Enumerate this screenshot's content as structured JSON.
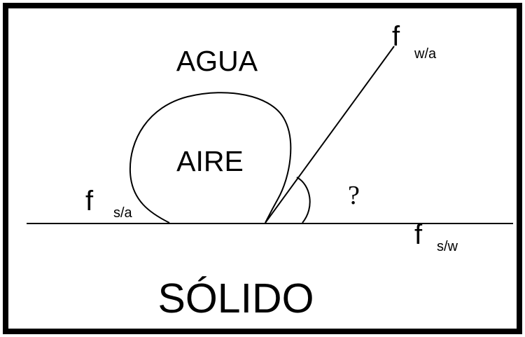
{
  "labels": {
    "water": "AGUA",
    "air": "AIRE",
    "solid": "SÓLIDO",
    "question": "?"
  },
  "forces": {
    "water_air": {
      "f": "f",
      "sub": "w/a"
    },
    "solid_air": {
      "f": "f",
      "sub": "s/a"
    },
    "solid_water": {
      "f": "f",
      "sub": "s/w"
    }
  }
}
